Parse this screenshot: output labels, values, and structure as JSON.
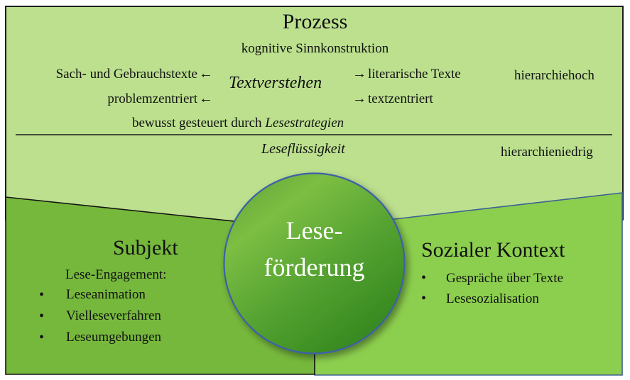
{
  "colors": {
    "process_bg": "#bce08e",
    "process_border": "#1c1c1c",
    "subject_bg": "#76b83c",
    "subject_border": "#141414",
    "social_bg": "#8ccf4e",
    "social_border": "#3e6093",
    "circle_border": "#3c61a8",
    "circle_g1": "#5d9f33",
    "circle_g2": "#7cbe43",
    "circle_g3": "#54a231",
    "circle_g4": "#33861e",
    "divider_line": "#1a1a1a",
    "text": "#111111",
    "circle_text": "#ffffff"
  },
  "process": {
    "title": "Prozess",
    "subtitle": "kognitive Sinnkonstruktion",
    "center_term": "Textverstehen",
    "left_rows": [
      {
        "label": "Sach- und Gebrauchstexte",
        "arrow": "←"
      },
      {
        "label": "problemzentriert",
        "arrow": "←"
      }
    ],
    "right_rows": [
      {
        "arrow": "→",
        "label": "literarische Texte"
      },
      {
        "arrow": "→",
        "label": "textzentriert"
      }
    ],
    "note_high": "hierarchiehoch",
    "strategy_prefix": "bewusst gesteuert durch ",
    "strategy_term": "Lesestrategien",
    "fluency_term": "Leseflüssigkeit",
    "note_low": "hierarchieniedrig"
  },
  "subject": {
    "title": "Subjekt",
    "subtitle": "Lese-Engagement:",
    "bullet": "•",
    "items": [
      "Leseanimation",
      "Vielleseverfahren",
      "Leseumgebungen"
    ]
  },
  "social": {
    "title": "Sozialer Kontext",
    "bullet": "•",
    "items": [
      "Gespräche über Texte",
      "Lesesozialisation"
    ]
  },
  "center": {
    "line1": "Lese-",
    "line2": "förderung"
  }
}
